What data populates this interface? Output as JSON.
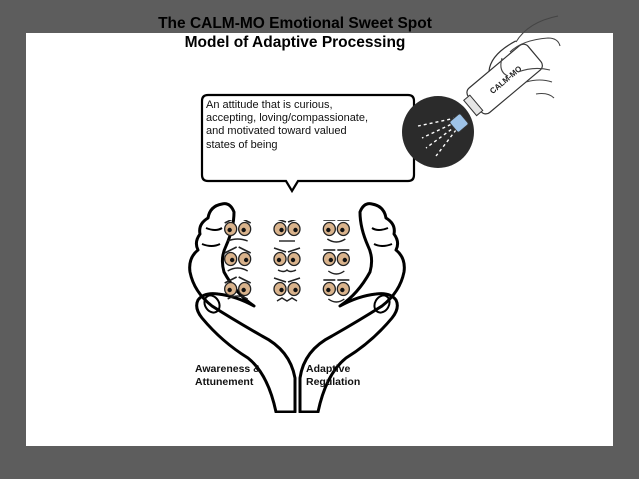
{
  "title": {
    "line1": "The CALM-MO Emotional Sweet Spot",
    "line2": "Model of Adaptive Processing"
  },
  "bubble": {
    "lines": [
      "An attitude that is curious,",
      "accepting, loving/compassionate,",
      "and motivated toward valued",
      "states of being"
    ]
  },
  "sprayer": {
    "bottle_label": "CALM-MO"
  },
  "hands": {
    "left_label": [
      "Awareness &",
      "Attunement"
    ],
    "right_label": [
      "Adaptive",
      "Regulation"
    ]
  },
  "faces": {
    "count": 9,
    "rows": 3,
    "cols": 3
  },
  "colors": {
    "page_frame": "#5d5d5d",
    "slide": "#ffffff",
    "face_skin": "#d9b38c",
    "spray_bg": "#2b2b2b"
  }
}
